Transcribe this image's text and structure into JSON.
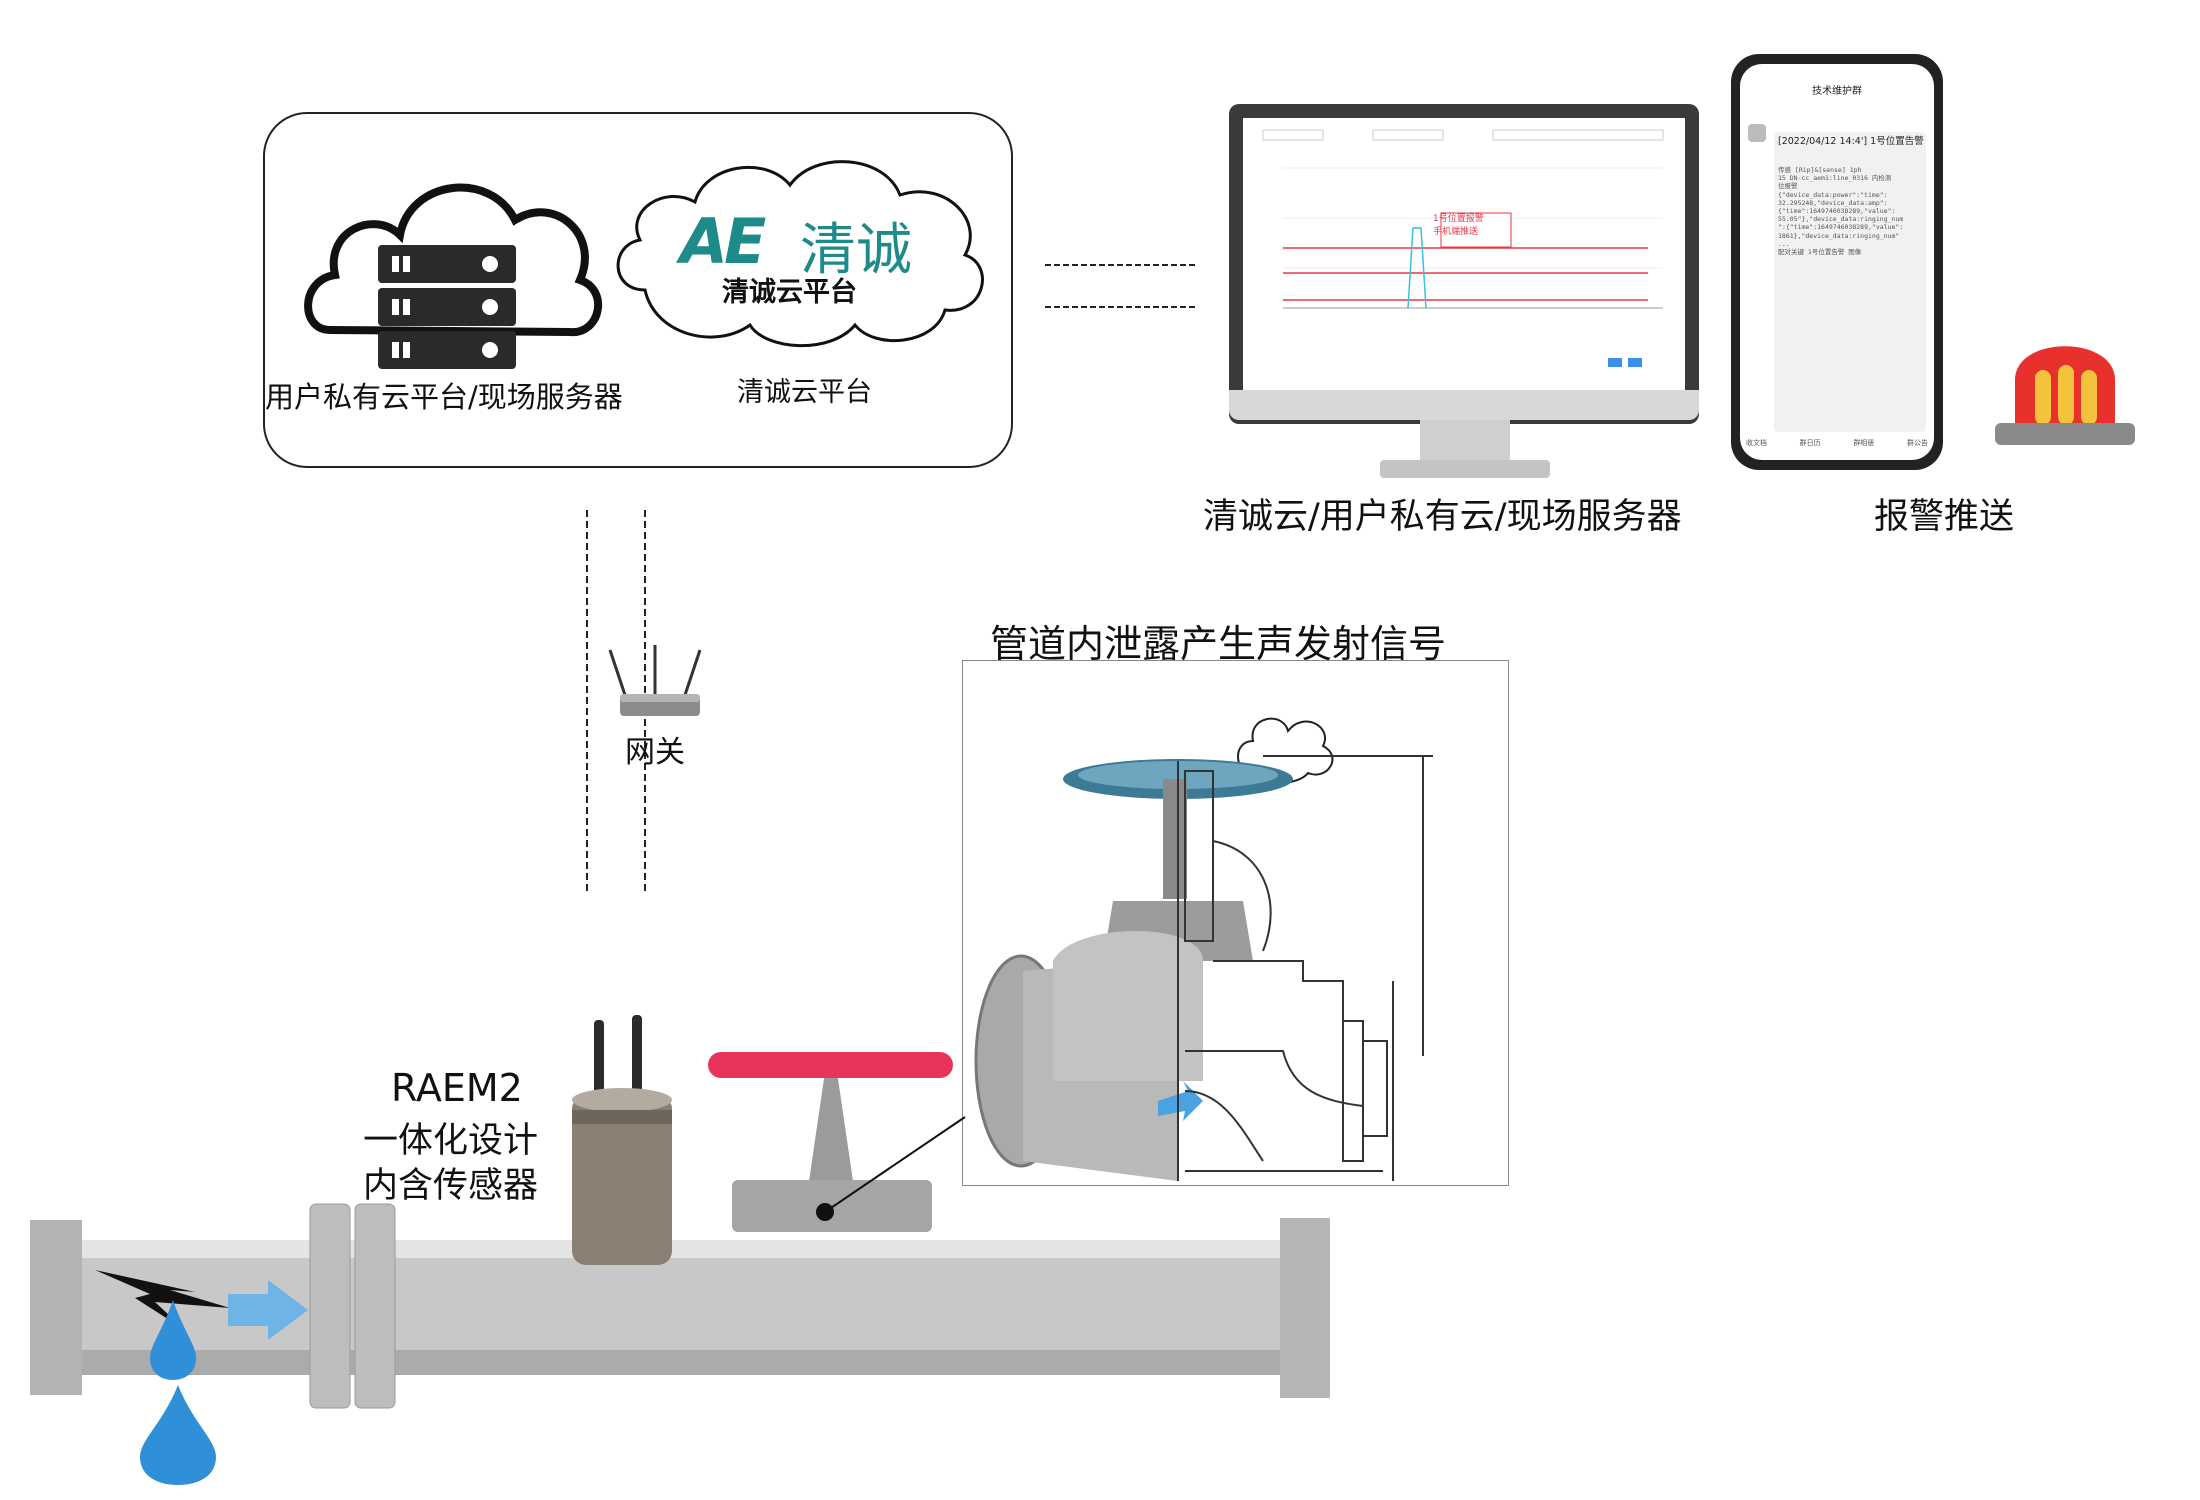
{
  "cloud": {
    "private_label": "用户私有云平台/现场服务器",
    "platform_label": "清诚云平台",
    "logo_mark": "AE",
    "logo_brand": "清诚",
    "logo_sub": "清诚云平台"
  },
  "monitor": {
    "label": "清诚云/用户私有云/现场服务器",
    "chart_alert_line1": "1号位置报警",
    "chart_alert_line2": "手机端推送"
  },
  "phone": {
    "header": "技术维护群",
    "message_title": "[2022/04/12 14:4'] 1号位置告警",
    "message_body": "传感 [Rip]&[sense] 1ph\n15 DN-cc_aem1:line_0316 内检测\n位报警\n{\"device_data:power\":\"time\":\n32.295248,\"device_data:amp\":\n{\"time\":1649746038289,\"value\":\n55.05\"},\"device_data:ringing_num\n\":{\"time\":1649746038289,\"value\":\n1861},\"device_data:ringing_num\"\n...\n配对关键 1号位置告警 图像\n",
    "tabs": [
      "收文档",
      "群日历",
      "群相册",
      "群公告"
    ]
  },
  "alarm": {
    "label": "报警推送"
  },
  "gateway": {
    "label": "网关"
  },
  "sensor": {
    "model": "RAEM2",
    "line1": "一体化设计",
    "line2": "内含传感器"
  },
  "valve": {
    "title": "管道内泄露产生声发射信号"
  },
  "colors": {
    "pipe": "#c8c8c8",
    "pipe_dark": "#9a9a9a",
    "valve_handle": "#e8345a",
    "water": "#2f8fd8",
    "arrow": "#6fb4e6",
    "logo": "#1f8a8a",
    "alarm_red": "#e8302c",
    "alarm_yellow": "#f4c33c"
  }
}
